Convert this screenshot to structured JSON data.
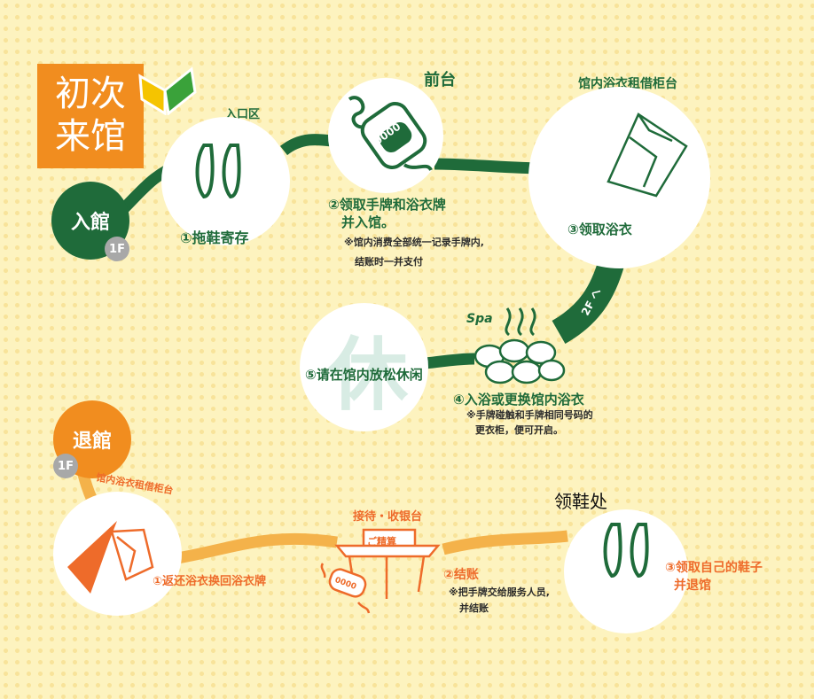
{
  "title_box": {
    "line1": "初次",
    "line2": "来馆"
  },
  "entry": {
    "label": "入館",
    "floor": "1F"
  },
  "exit": {
    "label": "退館",
    "floor": "1F"
  },
  "upper_steps": [
    {
      "area": "入口区",
      "step": "①拖鞋寄存"
    },
    {
      "area": "前台",
      "step": "②领取手牌和浴衣牌",
      "step_line2": "并入馆。",
      "note1": "※馆内消费全部统一记录手牌内,",
      "note2": "结账时一并支付"
    },
    {
      "area": "馆内浴衣租借柜台",
      "step": "③领取浴衣"
    },
    {
      "step": "④入浴或更换馆内浴衣",
      "note1": "※手牌碰触和手牌相同号码的",
      "note2": "更衣柜，便可开启。",
      "spa_label": "Spa"
    },
    {
      "step": "⑤请在馆内放松休闲",
      "watermark": "休"
    }
  ],
  "floor_arrow": "2F へ",
  "lower_steps": [
    {
      "area": "馆内浴衣租借柜台",
      "step": "①返还浴衣换回浴衣牌"
    },
    {
      "area": "接待・收银台",
      "step": "②结账",
      "note1": "※把手牌交给服务人员,",
      "note2": "并结账",
      "sign": "ご精算"
    },
    {
      "area": "领鞋处",
      "step": "③领取自己的鞋子",
      "step_line2": "并退馆"
    }
  ],
  "tag_number": "0000",
  "colors": {
    "green": "#1f6b3a",
    "orange": "#ee6b2a",
    "title_orange": "#f18d1f",
    "gray": "#a8a8a8"
  }
}
